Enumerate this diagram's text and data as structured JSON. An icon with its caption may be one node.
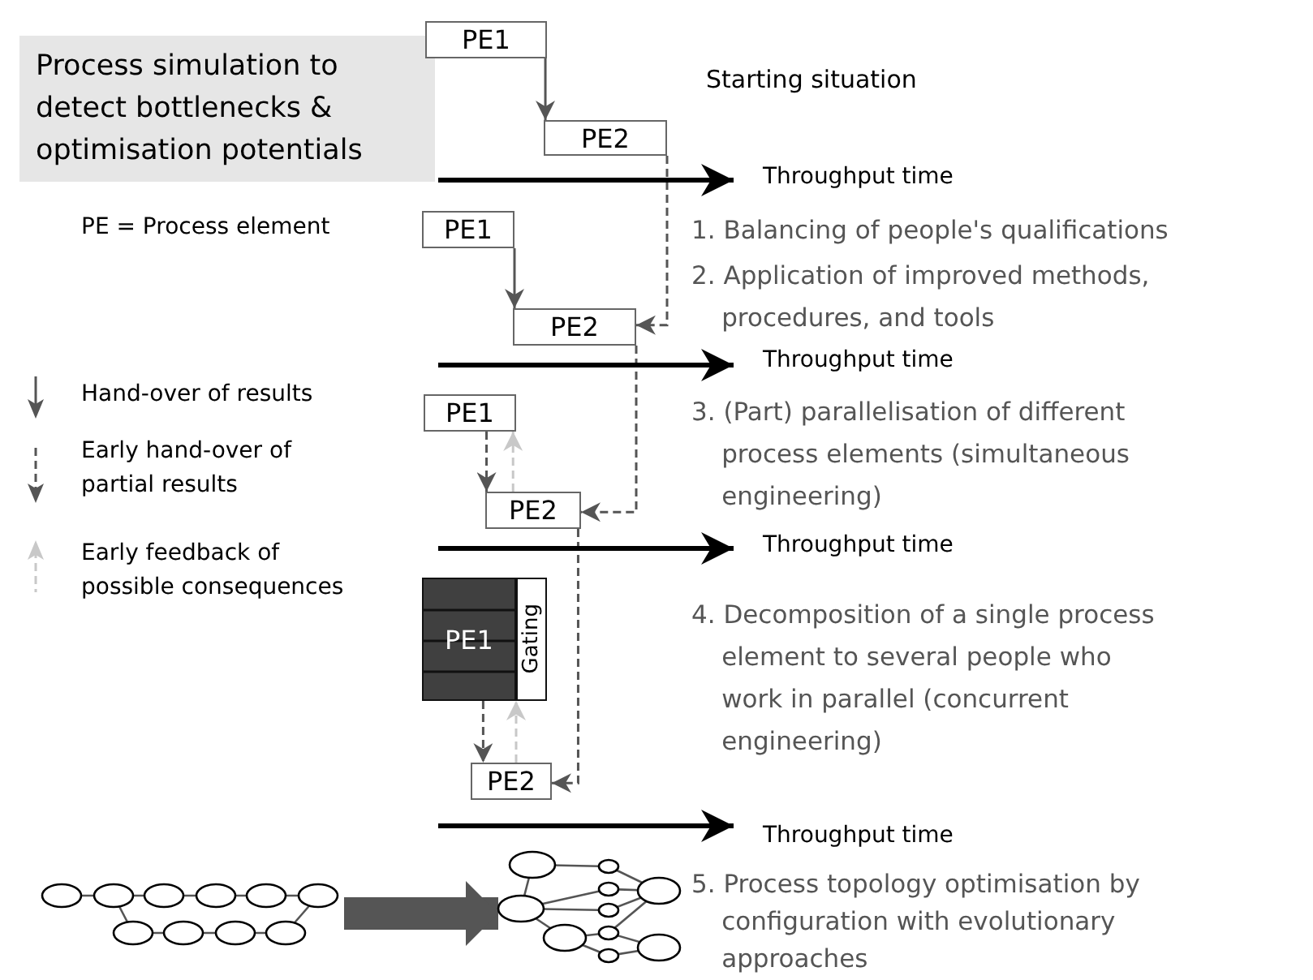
{
  "diagram": {
    "nodes": [
      {
        "text": [
          "Process simulation to detect bottlenecks & optimisation potentials"
        ]
      },
      {
        "text": [
          "PE1"
        ]
      },
      {
        "text": [
          "PE2"
        ]
      },
      {
        "text": [
          "PE1"
        ]
      },
      {
        "text": [
          "PE2"
        ]
      },
      {
        "text": [
          "PE1"
        ]
      },
      {
        "text": [
          "PE2"
        ]
      },
      {
        "text": [
          "PE1"
        ]
      },
      {
        "text": [
          "Gating"
        ]
      },
      {
        "text": [
          "PE2"
        ]
      },
      {
        "text": [],
        "shape": "picture"
      },
      {
        "text": [],
        "shape": "picture"
      }
    ],
    "edges": [
      {
        "from": 1,
        "to": 2,
        "arrow": "to"
      },
      {
        "from": 2,
        "to": 4,
        "arrow": "to",
        "style": "dashed"
      },
      {
        "from": 3,
        "to": 4,
        "arrow": "to"
      },
      {
        "from": 4,
        "to": 6,
        "arrow": "to",
        "style": "dashed"
      },
      {
        "from": 5,
        "to": 6,
        "arrow": "to",
        "style": "dashed"
      },
      {
        "from": 6,
        "to": 5,
        "arrow": "to",
        "style": "dashed",
        "color": "#c8c8c8"
      },
      {
        "from": 6,
        "to": 9,
        "arrow": "to",
        "style": "dashed"
      },
      {
        "from": 7,
        "to": 9,
        "arrow": "to",
        "style": "dashed"
      },
      {
        "from": 9,
        "to": 8,
        "arrow": "to",
        "style": "dashed",
        "color": "#c8c8c8"
      },
      {
        "from": 10,
        "to": 11,
        "arrow": "to",
        "style": "thick"
      }
    ],
    "labels": [
      "Starting situation",
      "PE = Process element",
      "Throughput time",
      "1. Balancing of people's qualifications",
      "2. Application of improved methods, procedures, and tools",
      "Throughput time",
      "3. (Part) parallelisation of different process elements (simultaneous engineering)",
      "Throughput time",
      "4. Decomposition of a single process element to several people who work in parallel (concurrent engineering)",
      "Throughput time",
      "5. Process topology optimisation by configuration with evolutionary approaches"
    ],
    "legend": [
      {
        "text": "Hand-over of results"
      },
      {
        "text": "Early hand-over of partial results"
      },
      {
        "text": "Early feedback of possible consequences"
      }
    ]
  }
}
